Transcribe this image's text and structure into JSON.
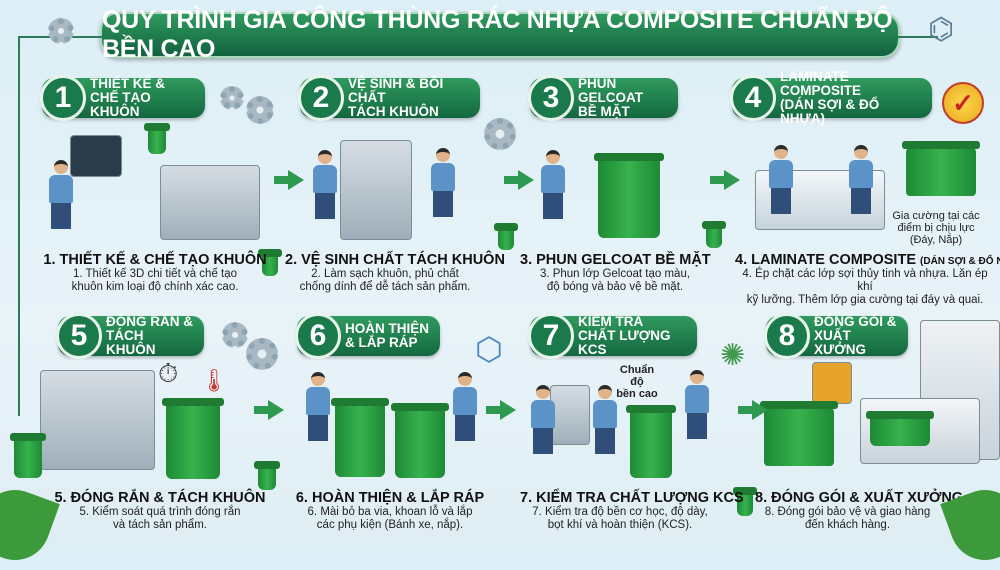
{
  "title": "QUY TRÌNH GIA CÔNG THÙNG RÁC NHỰA COMPOSITE CHUẨN ĐỘ BỀN CAO",
  "colors": {
    "primary_green": "#13683f",
    "accent_green": "#2e9a4f",
    "background": "#e8f3f8"
  },
  "steps": [
    {
      "num": "1",
      "badge_l1": "THIẾT KẾ &",
      "badge_l2": "CHẾ TẠO KHUÔN",
      "title": "1. THIẾT KẾ & CHẾ TẠO KHUÔN",
      "desc_l1": "1. Thiết kế 3D chi tiết và chế tạo",
      "desc_l2": "khuôn kim loại độ chính xác cao."
    },
    {
      "num": "2",
      "badge_l1": "VỆ SINH & BÔI CHẤT",
      "badge_l2": "TÁCH KHUÔN",
      "title": "2. VỆ SINH CHẤT TÁCH KHUÔN",
      "desc_l1": "2. Làm sạch khuôn, phủ chất",
      "desc_l2": "chống dính để dễ tách sản phẩm."
    },
    {
      "num": "3",
      "badge_l1": "PHUN GELCOAT",
      "badge_l2": "BỀ MẶT",
      "title": "3. PHUN GELCOAT BỀ MẶT",
      "desc_l1": "3. Phun lớp Gelcoat tạo màu,",
      "desc_l2": "độ bóng và bảo vệ bề mặt."
    },
    {
      "num": "4",
      "badge_l1": "LAMINATE COMPOSITE",
      "badge_l2": "(DÁN SỢI & ĐỔ NHỰA)",
      "title": "4. LAMINATE COMPOSITE",
      "title_small": "(DÁN SỢI & ĐỔ NHỰA)",
      "desc_l1": "4. Ép chặt các lớp sợi thủy tinh và nhựa. Lăn ép khí",
      "desc_l2": "kỹ lưỡng. Thêm lớp gia cường tại đáy và quai."
    },
    {
      "num": "5",
      "badge_l1": "ĐÓNG RẮN &",
      "badge_l2": "TÁCH KHUÔN",
      "title": "5. ĐÓNG RẮN & TÁCH KHUÔN",
      "desc_l1": "5. Kiểm soát quá trình đóng rắn",
      "desc_l2": "và tách sản phẩm."
    },
    {
      "num": "6",
      "badge_l1": "HOÀN THIỆN",
      "badge_l2": "& LẮP RÁP",
      "title": "6. HOÀN THIỆN & LẮP RÁP",
      "desc_l1": "6. Mài bỏ ba via, khoan lỗ và lắp",
      "desc_l2": "các phụ kiện (Bánh xe, nắp)."
    },
    {
      "num": "7",
      "badge_l1": "KIỂM TRA",
      "badge_l2": "CHẤT LƯỢNG KCS",
      "title": "7. KIỂM TRA CHẤT LƯỢNG KCS",
      "desc_l1": "7. Kiểm tra độ bền cơ học, độ dày,",
      "desc_l2": "bọt khí và hoàn thiện (KCS)."
    },
    {
      "num": "8",
      "badge_l1": "ĐÓNG GÓI &",
      "badge_l2": "XUẤT XƯỞNG",
      "title": "8. ĐÓNG GÓI & XUẤT XƯỞNG",
      "desc_l1": "8. Đóng gói bảo vệ và giao hàng",
      "desc_l2": "đến khách hàng."
    }
  ],
  "notes": {
    "reinforce_l1": "Gia cường tại các",
    "reinforce_l2": "điểm bị chịu lực",
    "reinforce_l3": "(Đáy, Nắp)",
    "durable_l1": "Chuẩn độ",
    "durable_l2": "bền cao"
  }
}
